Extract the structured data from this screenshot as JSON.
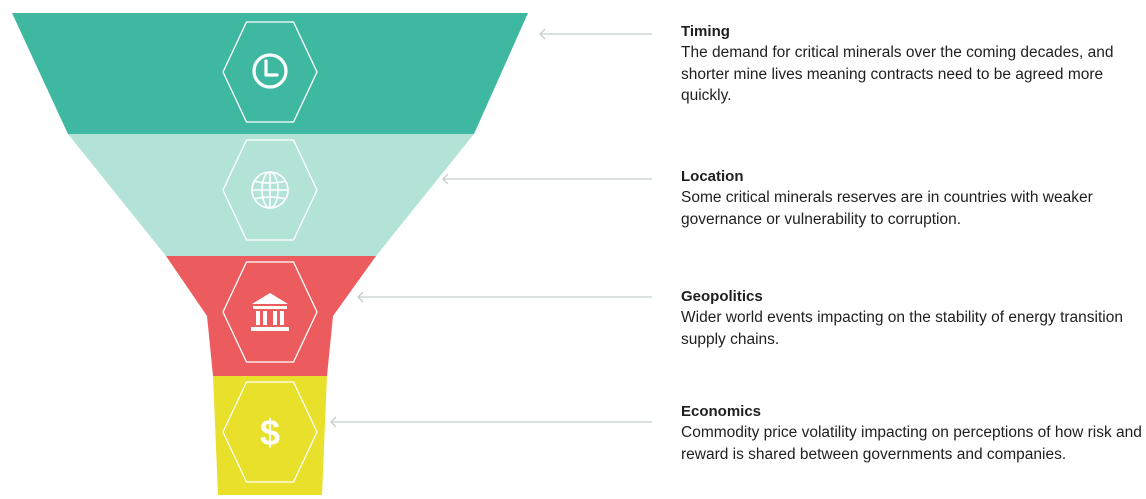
{
  "funnel": {
    "colors": {
      "timing": "#3fb8a2",
      "location": "#b3e3d8",
      "geopolitics": "#ec5c5e",
      "economics": "#e8e02b",
      "connector": "#c4cfcc",
      "icon": "#ffffff"
    },
    "stages": [
      {
        "key": "timing",
        "icon": "clock-icon",
        "title": "Timing",
        "description": "The demand for critical minerals over the coming decades, and shorter mine lives meaning contracts need to be agreed more quickly."
      },
      {
        "key": "location",
        "icon": "globe-icon",
        "title": "Location",
        "description": "Some critical minerals reserves are in countries with weaker governance or vulnerability to corruption."
      },
      {
        "key": "geopolitics",
        "icon": "government-building-icon",
        "title": "Geopolitics",
        "description": "Wider world events impacting on the stability of energy transition supply chains."
      },
      {
        "key": "economics",
        "icon": "dollar-icon",
        "title": "Economics",
        "description": "Commodity price volatility impacting on perceptions of how risk and reward is shared between governments and companies."
      }
    ]
  }
}
